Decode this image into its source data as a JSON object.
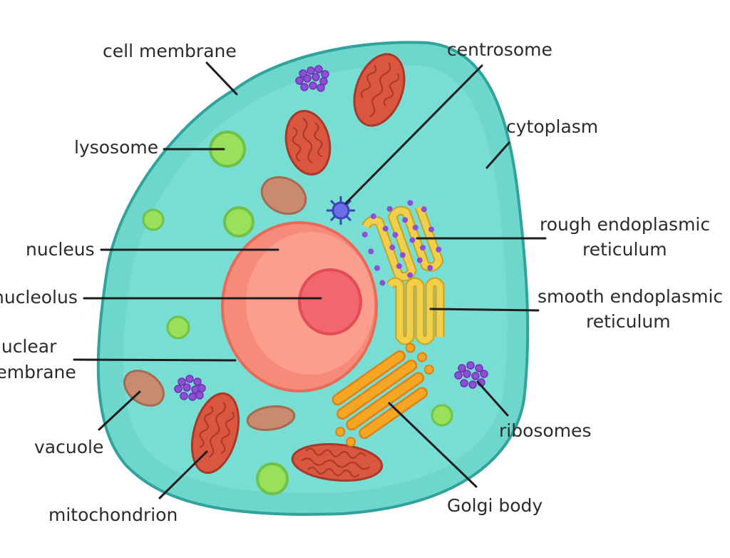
{
  "labels": {
    "cell_membrane": "cell membrane",
    "centrosome": "centrosome",
    "cytoplasm": "cytoplasm",
    "lysosome": "lysosome",
    "rough_er_line1": "rough endoplasmic",
    "rough_er_line2": "reticulum",
    "nucleus": "nucleus",
    "nucleolus": "nucleolus",
    "smooth_er_line1": "smooth endoplasmic",
    "smooth_er_line2": "reticulum",
    "nuclear_membrane_line1": "nuclear",
    "nuclear_membrane_line2": "membrane",
    "vacuole": "vacuole",
    "ribosomes": "ribosomes",
    "mitochondrion": "mitochondrion",
    "golgi_body": "Golgi body"
  },
  "colors": {
    "cytoplasm": "#6fd6cc",
    "membrane": "#2fa39c",
    "nucleus": "#fa9a88",
    "nucleolus": "#f2666e",
    "mitochondrion": "#d9573e",
    "vacuole": "#c98a70",
    "lysosome": "#9be05a",
    "ribosome": "#8c4fd6",
    "rough_er": "#f0cf4f",
    "smooth_er": "#f2cf48",
    "golgi": "#f6a623",
    "centrosome": "#6b6ee6"
  }
}
